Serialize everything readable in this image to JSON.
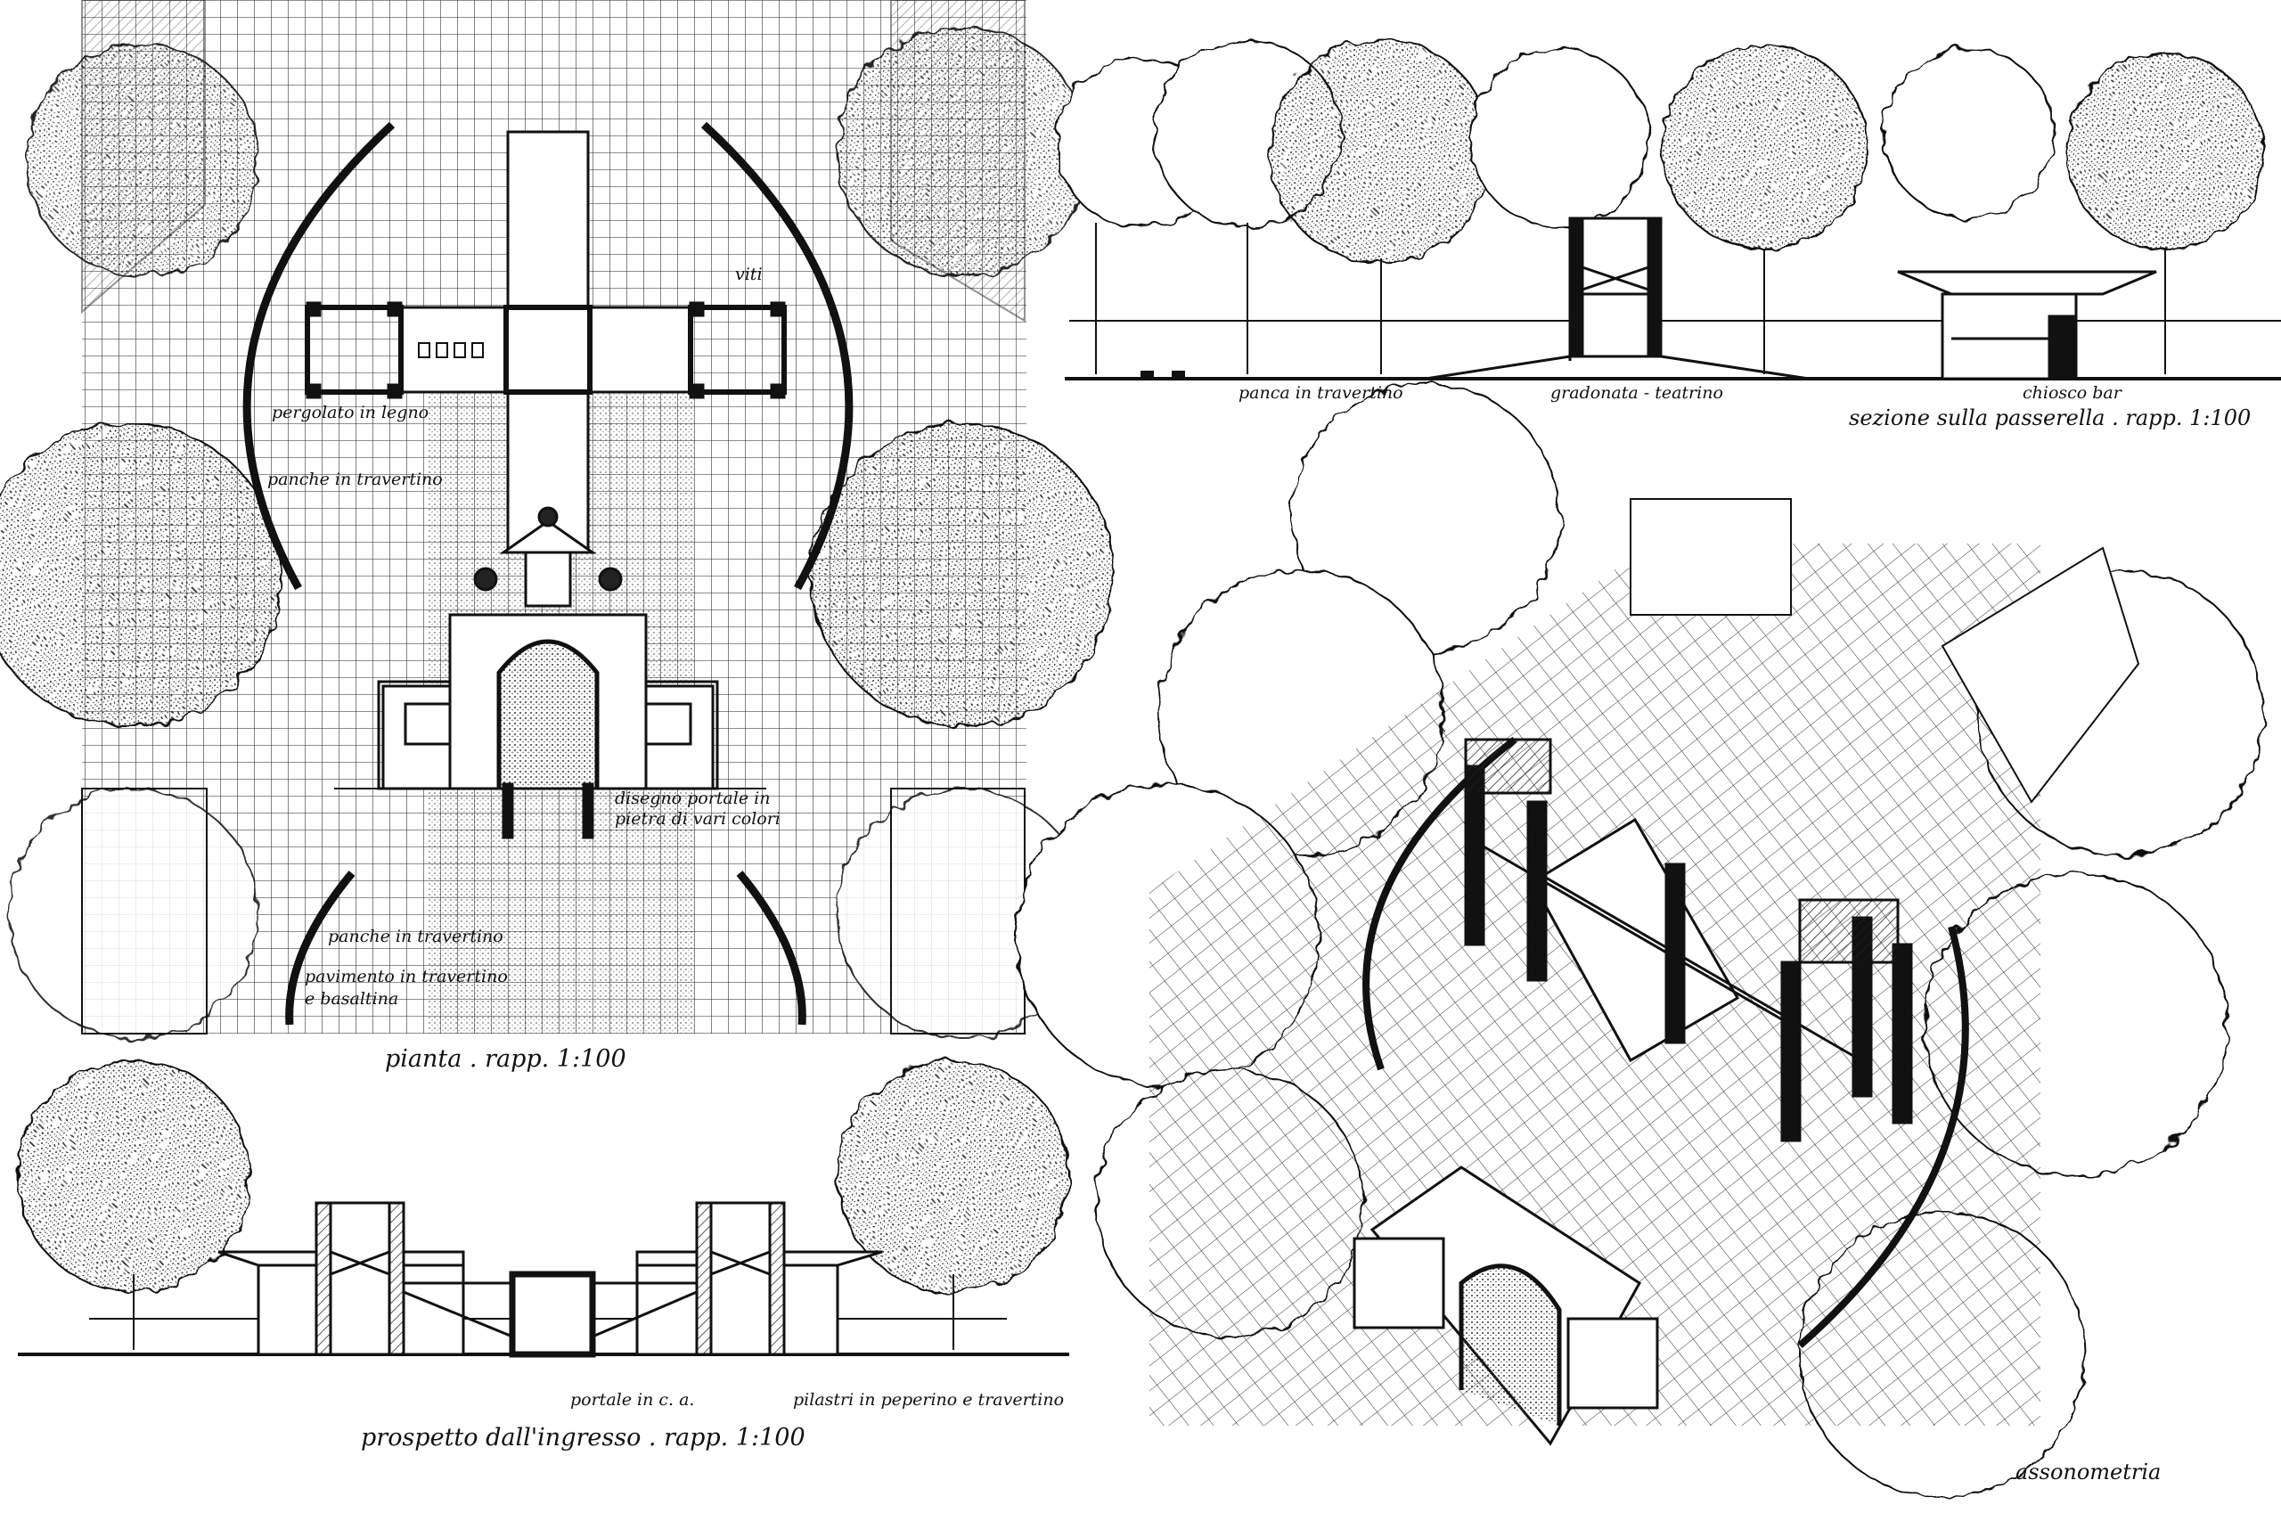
{
  "labels": {
    "viti": "viti",
    "pergolato": "pergolato in legno",
    "panche_top": "panche in travertino",
    "disegno_portale": "disegno portale in",
    "disegno_portale_2": "pietra di vari colori",
    "panche_bottom": "panche in travertino",
    "pavimento_1": "pavimento in travertino",
    "pavimento_2": "e basaltina",
    "pianta": "pianta . rapp. 1:100",
    "panca": "panca in travertino",
    "gradonata": "gradonata - teatrino",
    "chiosco": "chiosco bar",
    "sezione": "sezione sulla passerella . rapp. 1:100",
    "portale_ca": "portale in c. a.",
    "pilastri": "pilastri in peperino e travertino",
    "prospetto": "prospetto dall'ingresso . rapp. 1:100",
    "assonometria": "assonometria"
  },
  "colors": {
    "ink": "#111111",
    "paper": "#ffffff",
    "foliage": "#2a2a2a"
  }
}
